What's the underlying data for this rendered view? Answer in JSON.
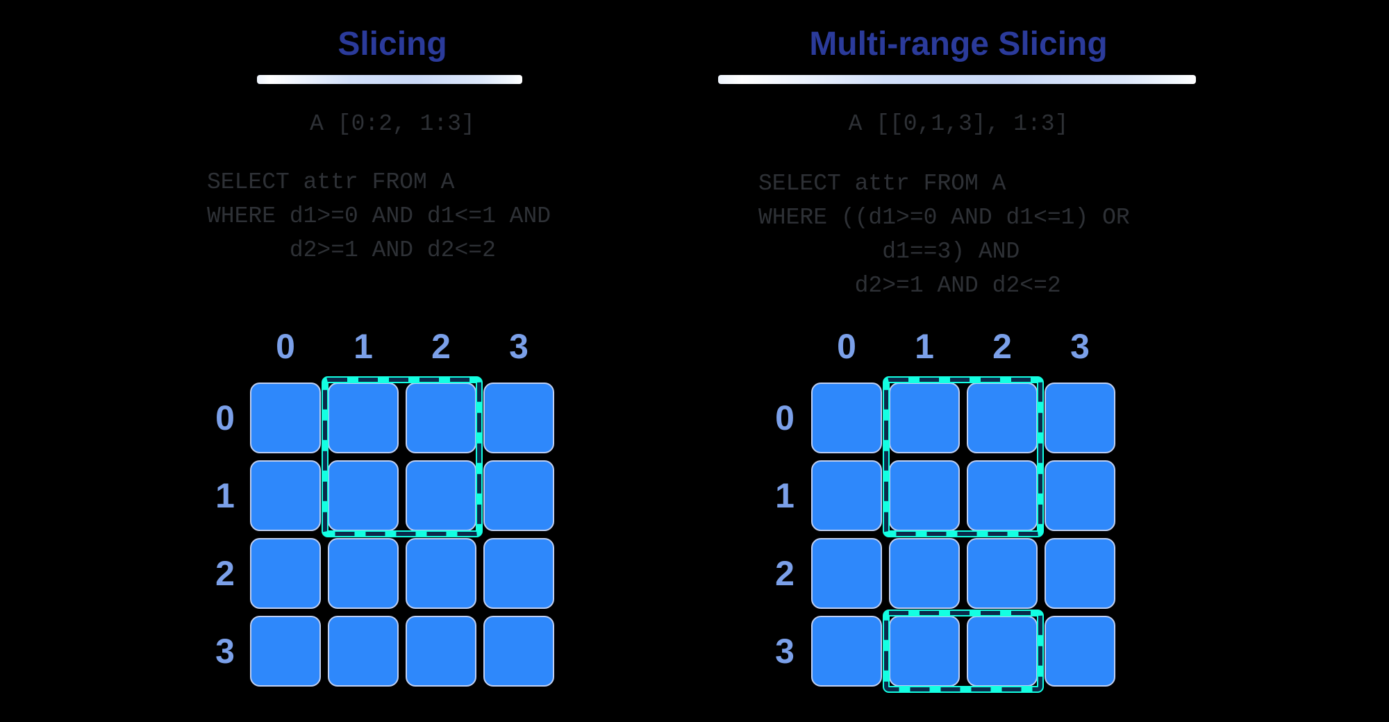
{
  "figure": {
    "topic": "array slicing"
  },
  "colors": {
    "background": "#000000",
    "title_navy": "#2b3b9b",
    "label_blue": "#7ba0e9",
    "cell_blue": "#2e88fb",
    "cell_border": "#bfcff2",
    "selection_cyan": "#14ffe2",
    "selection_dash": "#0a2a4a",
    "code_gray": "#2e3136",
    "bar_white": "#ffffff",
    "bar_blue": "#cbdaf8"
  },
  "left": {
    "title": "Slicing",
    "index_expr": "A [0:2, 1:3]",
    "sql_lines": [
      "SELECT attr FROM A",
      "WHERE d1>=0 AND d1<=1 AND",
      "      d2>=1 AND d2<=2"
    ],
    "grid": {
      "col_labels": [
        "0",
        "1",
        "2",
        "3"
      ],
      "row_labels": [
        "0",
        "1",
        "2",
        "3"
      ],
      "selected_regions": [
        {
          "row_start": 0,
          "row_end": 1,
          "col_start": 1,
          "col_end": 2
        }
      ]
    }
  },
  "right": {
    "title": "Multi-range Slicing",
    "index_expr": "A [[0,1,3], 1:3]",
    "sql_lines": [
      "SELECT attr FROM A",
      "WHERE ((d1>=0 AND d1<=1) OR",
      "         d1==3) AND",
      "       d2>=1 AND d2<=2"
    ],
    "grid": {
      "col_labels": [
        "0",
        "1",
        "2",
        "3"
      ],
      "row_labels": [
        "0",
        "1",
        "2",
        "3"
      ],
      "selected_regions": [
        {
          "row_start": 0,
          "row_end": 1,
          "col_start": 1,
          "col_end": 2
        },
        {
          "row_start": 3,
          "row_end": 3,
          "col_start": 1,
          "col_end": 2
        }
      ]
    }
  }
}
